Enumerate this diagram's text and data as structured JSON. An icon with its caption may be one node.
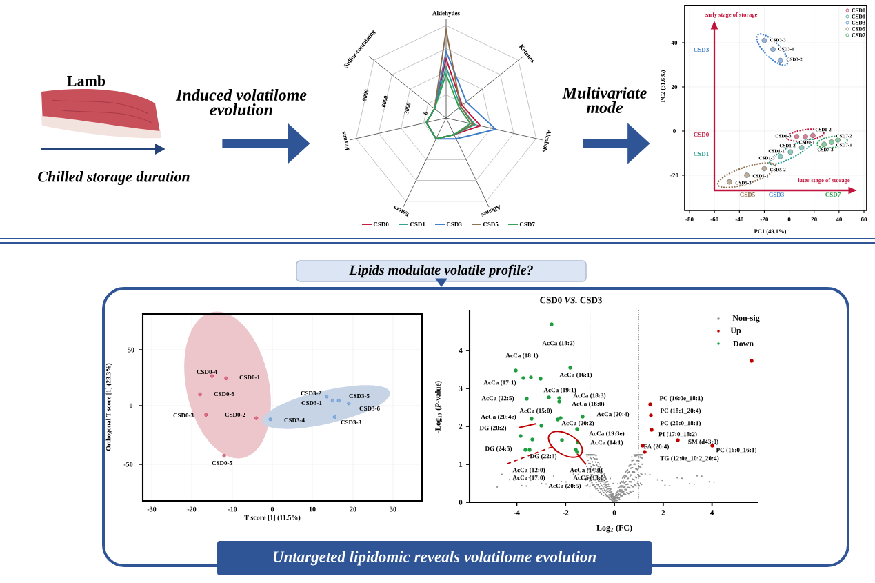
{
  "diagram": {
    "nodes": [
      {
        "text": [
          "Lamb",
          "Chilled storage duration"
        ]
      },
      {
        "text": [],
        "shape": "picture",
        "beside": [
          "Aldehydes"
        ]
      },
      {
        "text": [],
        "shape": "picture",
        "beside": [
          "PC2 (31.6%)"
        ]
      },
      {
        "text": [
          "Lipids modulate volatile profile?"
        ]
      },
      {
        "text": [
          "Untargeted lipidomic reveals volatilome evolution"
        ]
      },
      {
        "text": [],
        "shape": "picture",
        "in": 4
      },
      {
        "text": [],
        "shape": "picture",
        "in": 4
      }
    ],
    "edges": [
      {
        "from": 0,
        "to": 1,
        "arrow": "to",
        "label": "Induced volatilome evolution"
      },
      {
        "from": 1,
        "to": 2,
        "arrow": "to",
        "label": "Multivariate mode"
      },
      {
        "from": 3,
        "to": 4,
        "arrow": "to"
      }
    ],
    "labels": [
      "Ketones",
      "Alcohols",
      "Esters",
      "Alkanes",
      "Furans",
      "Sulfur-containing",
      "0",
      "3000",
      "6000",
      "9000",
      "early stage of storage",
      "CSD3",
      "CSD0",
      "CSD1",
      "later stage of storage",
      "CSD5",
      "CSD3",
      "CSD7",
      "40",
      "20",
      "0",
      "-20",
      "-80",
      "-60",
      "-40",
      "-20",
      "0",
      "20",
      "40",
      "60",
      "PC1 (49.1%)",
      "CSD3-3",
      "CSD3-1",
      "CSD3-2",
      "CSD0-3",
      "CSD0-2",
      "CSD0-1",
      "CSD1-2",
      "CSD1-1",
      "CSD1-3",
      "CSD7-3",
      "CSD7-1",
      "CSD7-2",
      "CSD5-2",
      "CSD5-1",
      "CSD5-3",
      "50",
      "0",
      "-50",
      "-30",
      "-20",
      "-10",
      "0",
      "10",
      "20",
      "30",
      "Orthogonal T score [1] (23.3%)",
      "T score [1] (11.5%)",
      "CSD0-4",
      "CSD0-1",
      "CSD0-6",
      "CSD0-3",
      "CSD0-2",
      "CSD0-5",
      "CSD3-2",
      "CSD3-1",
      "CSD3-5",
      "CSD3-6",
      "CSD3-4",
      "CSD3-3",
      "CSD0 *VS.* CSD3",
      "0",
      "1",
      "2",
      "3",
      "4",
      "-4",
      "-2",
      "0",
      "2",
      "4",
      "-Log$_{10}$ (*P*-value)",
      "Log$_{2}$ (FC)",
      "AcCa (18:2)",
      "AcCa (18:1)",
      "AcCa (16:1)",
      "AcCa (17:1)",
      "AcCa (19:1)",
      "AcCa (22:5)",
      "AcCa (18:3)",
      "AcCa (16:0)",
      "AcCa (15:0)",
      "AcCa (20:4e)",
      "AcCa (20:4)",
      "DG (20:2)",
      "AcCa (20:2)",
      "AcCa (19:3e)",
      "AcCa (14:1)",
      "DG (24:5)",
      "DG (22:3)",
      "AcCa (12:0)",
      "AcCa (14:0)",
      "AcCa (17:0)",
      "AcCa (13:0)",
      "AcCa (20:5)",
      "PC (16:0e_18:1)",
      "PC (18:1_20:4)",
      "PC (20:0_18:1)",
      "PI (17:0_18:2)",
      "FA (20:4)",
      "SM (d43:0)",
      "PC (16:0_16:1)",
      "TG (12:0e_10:2_20:4)"
    ],
    "legend": [
      {
        "text": "CSD0"
      },
      {
        "text": "CSD1"
      },
      {
        "text": "CSD3"
      },
      {
        "text": "CSD5"
      },
      {
        "text": "CSD7"
      },
      {
        "text": "CSD0"
      },
      {
        "text": "CSD1"
      },
      {
        "text": "CSD3"
      },
      {
        "text": "CSD5"
      },
      {
        "text": "CSD7"
      },
      {
        "text": "Non-sig",
        "color": "#8c8c8c"
      },
      {
        "text": "Up",
        "color": "#c00000"
      },
      {
        "text": "Down",
        "color": "#1e9e3e"
      }
    ]
  }
}
